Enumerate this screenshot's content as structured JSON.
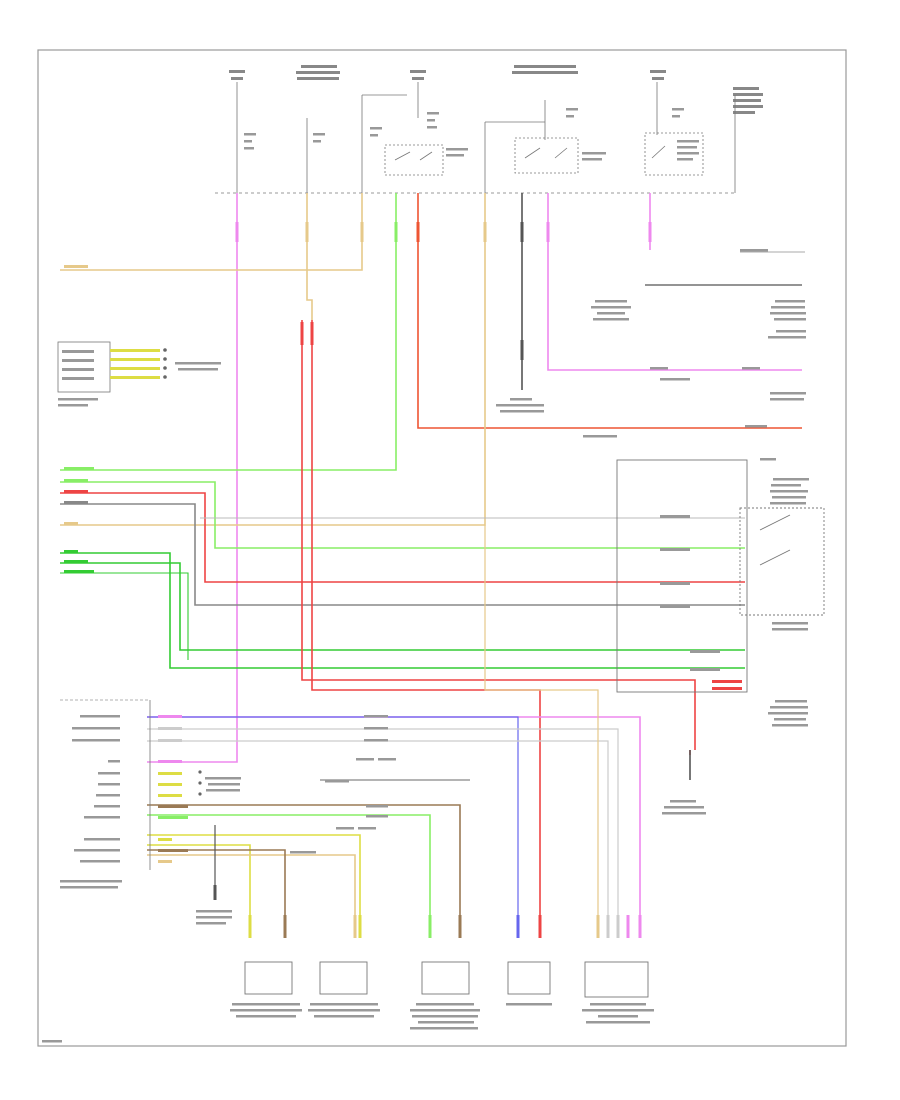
{
  "diagram": {
    "title": "",
    "reference": "",
    "border_color": "#999999",
    "wire_colors": {
      "tan": "#e6c98a",
      "pink": "#ee88ee",
      "green": "#33cc33",
      "light_green": "#88ee66",
      "red": "#ee4444",
      "orange_red": "#ee5533",
      "gray": "#888888",
      "black": "#555555",
      "blue": "#6666ee",
      "brown": "#9a7a55",
      "yellow": "#dddd44",
      "dark_gray": "#777777"
    },
    "components": [
      {
        "id": "fuse-box-top",
        "label": ""
      },
      {
        "id": "relay-1",
        "label": ""
      },
      {
        "id": "relay-2",
        "label": ""
      },
      {
        "id": "relay-3",
        "label": ""
      },
      {
        "id": "connector-left",
        "label": ""
      },
      {
        "id": "fan-control-module",
        "label": ""
      },
      {
        "id": "ecm",
        "label": ""
      },
      {
        "id": "sensor-1",
        "label": ""
      },
      {
        "id": "sensor-2",
        "label": ""
      },
      {
        "id": "sensor-3",
        "label": ""
      },
      {
        "id": "switch-4",
        "label": ""
      },
      {
        "id": "module-5",
        "label": ""
      }
    ]
  }
}
